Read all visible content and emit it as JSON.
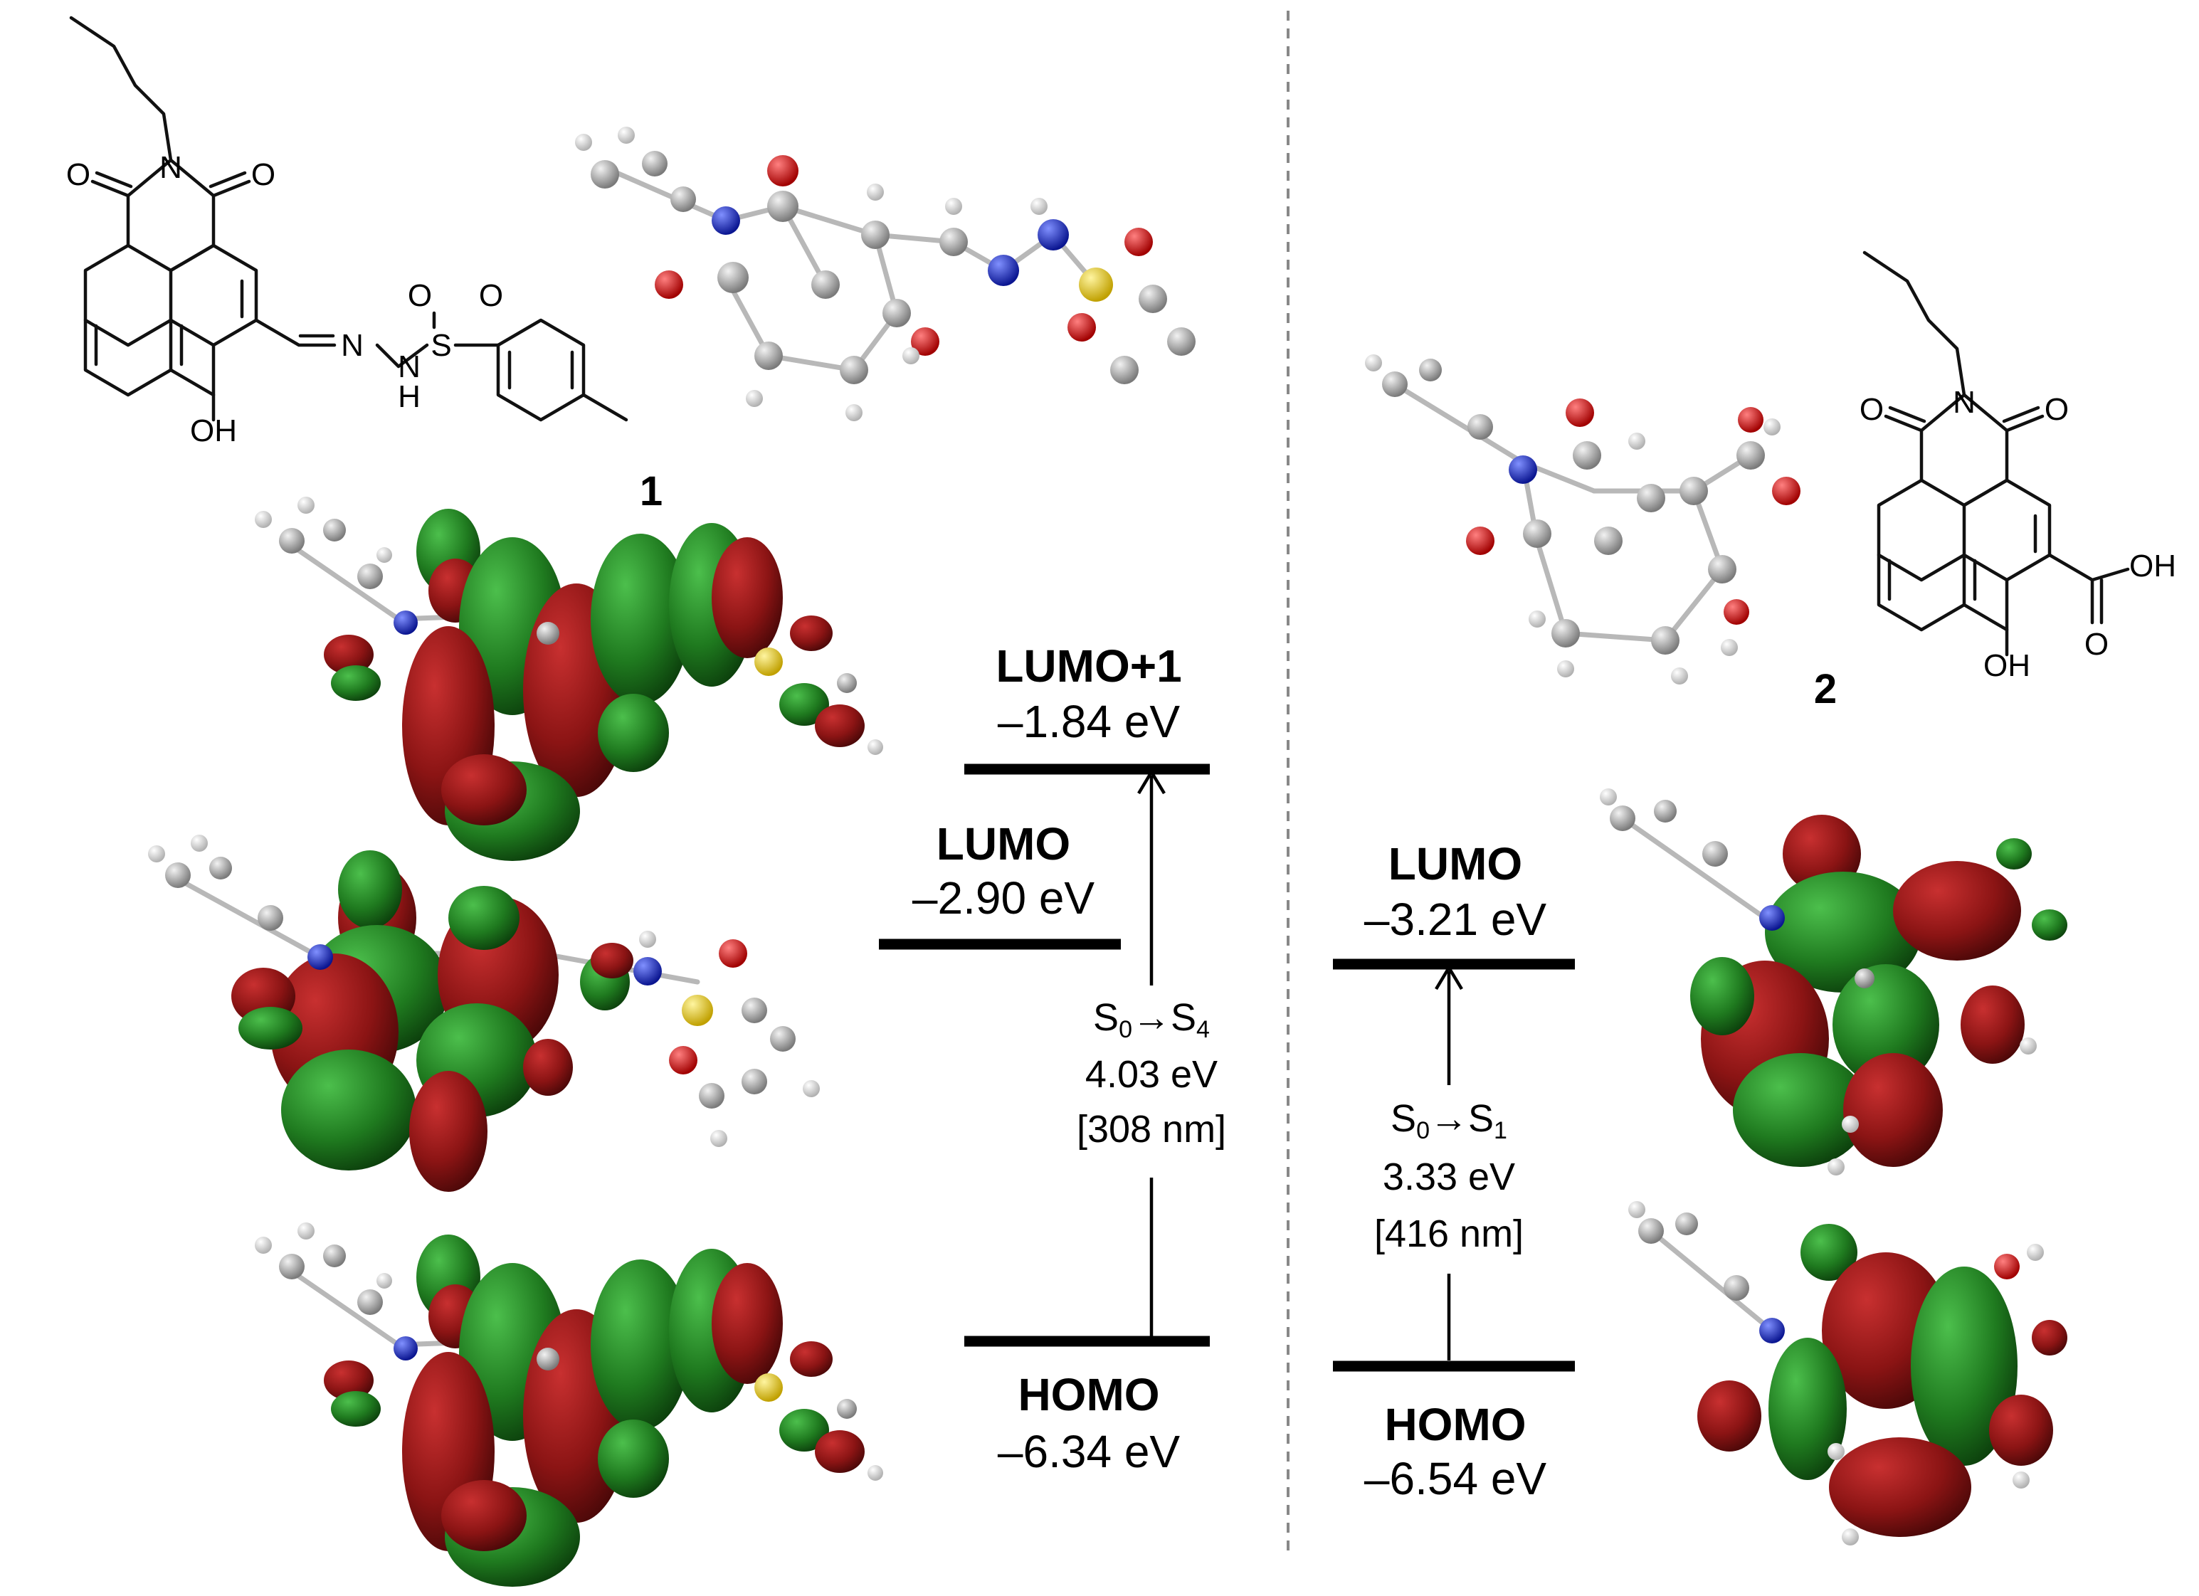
{
  "compounds": [
    {
      "id": "1",
      "label": "1",
      "structure_labels": {
        "imide_n": "N",
        "carbonyl_o_left": "O",
        "carbonyl_o_right": "O",
        "hydroxyl": "OH",
        "imine_n": "N",
        "hydrazide_n": "N",
        "hydrazide_h": "H",
        "sulfur": "S",
        "sulfonyl_o1": "O",
        "sulfonyl_o2": "O"
      },
      "orbitals": [
        {
          "name": "LUMO+1",
          "energy": "–1.84 eV"
        },
        {
          "name": "LUMO",
          "energy": "–2.90 eV"
        },
        {
          "name": "HOMO",
          "energy": "–6.34 eV"
        }
      ],
      "transition": {
        "from": "S",
        "from_sub": "0",
        "arrow": "→",
        "to": "S",
        "to_sub": "4",
        "energy": "4.03 eV",
        "wavelength": "[308 nm]"
      }
    },
    {
      "id": "2",
      "label": "2",
      "structure_labels": {
        "imide_n": "N",
        "carbonyl_o_left": "O",
        "carbonyl_o_right": "O",
        "hydroxyl": "OH",
        "acid_oh": "OH",
        "acid_o": "O"
      },
      "orbitals": [
        {
          "name": "LUMO",
          "energy": "–3.21 eV"
        },
        {
          "name": "HOMO",
          "energy": "–6.54 eV"
        }
      ],
      "transition": {
        "from": "S",
        "from_sub": "0",
        "arrow": "→",
        "to": "S",
        "to_sub": "1",
        "energy": "3.33 eV",
        "wavelength": "[416 nm]"
      }
    }
  ],
  "colors": {
    "orbital_positive": "#8b1414",
    "orbital_negative": "#1f7a1f",
    "atom_carbon": "#9a9a9a",
    "atom_hydrogen": "#e6e6e6",
    "atom_nitrogen": "#1f2fd0",
    "atom_oxygen": "#e01010",
    "atom_sulfur": "#e8c81c",
    "divider": "#888888",
    "energy_level": "#000000"
  }
}
